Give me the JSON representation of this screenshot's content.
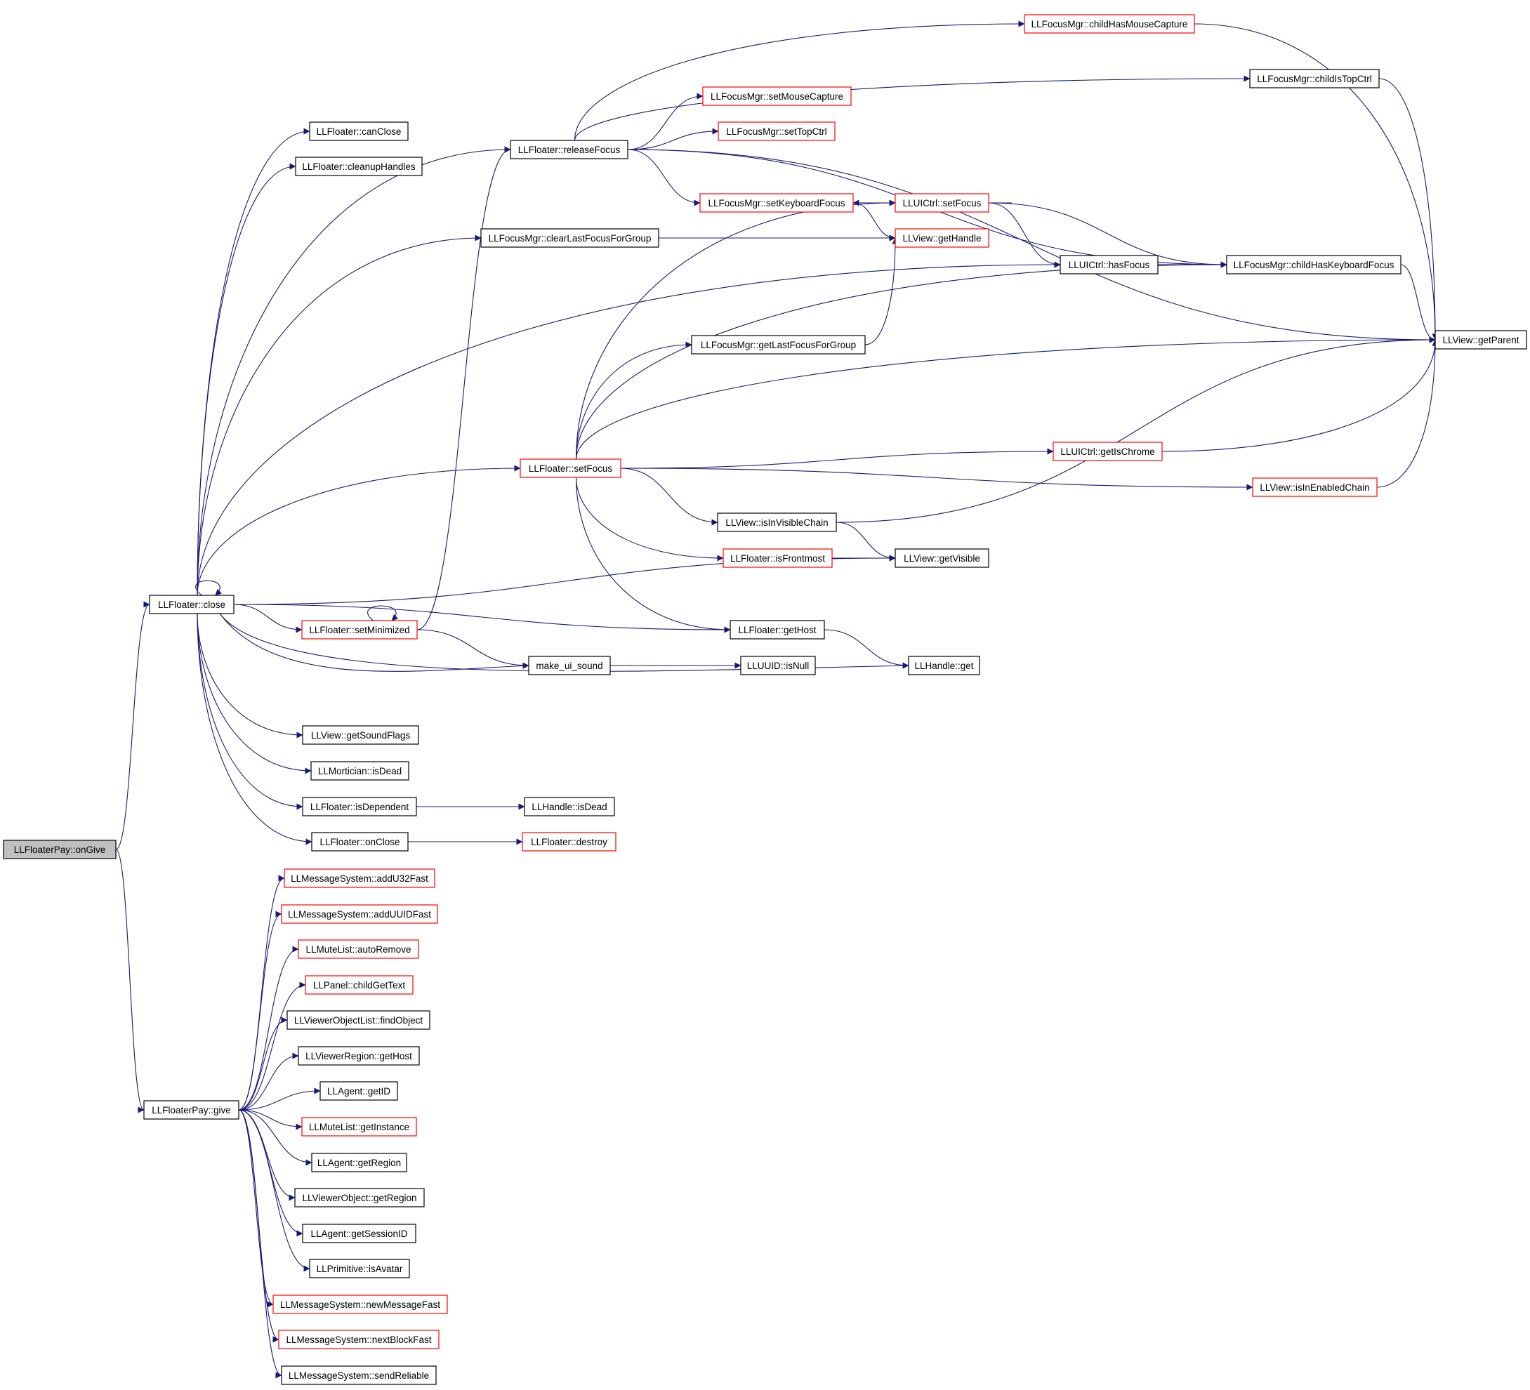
{
  "colors": {
    "edge": "#191970",
    "border_normal": "#000000",
    "border_truncated": "#ff0000",
    "root_fill": "#c0c0c0",
    "node_fill": "#ffffff"
  },
  "nodes": [
    {
      "id": "onGive",
      "label": "LLFloaterPay::onGive",
      "style": "root"
    },
    {
      "id": "close",
      "label": "LLFloater::close",
      "style": "normal"
    },
    {
      "id": "give",
      "label": "LLFloaterPay::give",
      "style": "normal"
    },
    {
      "id": "canClose",
      "label": "LLFloater::canClose",
      "style": "normal"
    },
    {
      "id": "cleanupHandles",
      "label": "LLFloater::cleanupHandles",
      "style": "normal"
    },
    {
      "id": "releaseFocus",
      "label": "LLFloater::releaseFocus",
      "style": "normal"
    },
    {
      "id": "clearLastFocus",
      "label": "LLFocusMgr::clearLastFocusForGroup",
      "style": "normal"
    },
    {
      "id": "setFocus",
      "label": "LLFloater::setFocus",
      "style": "truncated"
    },
    {
      "id": "setMinimized",
      "label": "LLFloater::setMinimized",
      "style": "truncated"
    },
    {
      "id": "getSoundFlags",
      "label": "LLView::getSoundFlags",
      "style": "normal"
    },
    {
      "id": "isDeadMort",
      "label": "LLMortician::isDead",
      "style": "normal"
    },
    {
      "id": "isDependent",
      "label": "LLFloater::isDependent",
      "style": "normal"
    },
    {
      "id": "onClose",
      "label": "LLFloater::onClose",
      "style": "normal"
    },
    {
      "id": "handleIsDead",
      "label": "LLHandle::isDead",
      "style": "normal"
    },
    {
      "id": "destroy",
      "label": "LLFloater::destroy",
      "style": "truncated"
    },
    {
      "id": "childHasMouseCapture",
      "label": "LLFocusMgr::childHasMouseCapture",
      "style": "truncated"
    },
    {
      "id": "childIsTopCtrl",
      "label": "LLFocusMgr::childIsTopCtrl",
      "style": "normal"
    },
    {
      "id": "setMouseCapture",
      "label": "LLFocusMgr::setMouseCapture",
      "style": "truncated"
    },
    {
      "id": "setTopCtrl",
      "label": "LLFocusMgr::setTopCtrl",
      "style": "truncated"
    },
    {
      "id": "setKeyboardFocus",
      "label": "LLFocusMgr::setKeyboardFocus",
      "style": "truncated"
    },
    {
      "id": "uiSetFocus",
      "label": "LLUICtrl::setFocus",
      "style": "truncated"
    },
    {
      "id": "getHandle",
      "label": "LLView::getHandle",
      "style": "truncated"
    },
    {
      "id": "hasFocus",
      "label": "LLUICtrl::hasFocus",
      "style": "normal"
    },
    {
      "id": "childHasKeyboardFocus",
      "label": "LLFocusMgr::childHasKeyboardFocus",
      "style": "normal"
    },
    {
      "id": "getParent",
      "label": "LLView::getParent",
      "style": "normal"
    },
    {
      "id": "getLastFocus",
      "label": "LLFocusMgr::getLastFocusForGroup",
      "style": "normal"
    },
    {
      "id": "getIsChrome",
      "label": "LLUICtrl::getIsChrome",
      "style": "truncated"
    },
    {
      "id": "isInEnabledChain",
      "label": "LLView::isInEnabledChain",
      "style": "truncated"
    },
    {
      "id": "isInVisibleChain",
      "label": "LLView::isInVisibleChain",
      "style": "normal"
    },
    {
      "id": "isFrontmost",
      "label": "LLFloater::isFrontmost",
      "style": "truncated"
    },
    {
      "id": "getVisible",
      "label": "LLView::getVisible",
      "style": "normal"
    },
    {
      "id": "getHost",
      "label": "LLFloater::getHost",
      "style": "normal"
    },
    {
      "id": "makeUiSound",
      "label": "make_ui_sound",
      "style": "normal"
    },
    {
      "id": "uuidIsNull",
      "label": "LLUUID::isNull",
      "style": "normal"
    },
    {
      "id": "handleGet",
      "label": "LLHandle::get",
      "style": "normal"
    },
    {
      "id": "addU32Fast",
      "label": "LLMessageSystem::addU32Fast",
      "style": "truncated"
    },
    {
      "id": "addUUIDFast",
      "label": "LLMessageSystem::addUUIDFast",
      "style": "truncated"
    },
    {
      "id": "autoRemove",
      "label": "LLMuteList::autoRemove",
      "style": "truncated"
    },
    {
      "id": "childGetText",
      "label": "LLPanel::childGetText",
      "style": "truncated"
    },
    {
      "id": "findObject",
      "label": "LLViewerObjectList::findObject",
      "style": "normal"
    },
    {
      "id": "regionGetHost",
      "label": "LLViewerRegion::getHost",
      "style": "normal"
    },
    {
      "id": "getID",
      "label": "LLAgent::getID",
      "style": "normal"
    },
    {
      "id": "getInstance",
      "label": "LLMuteList::getInstance",
      "style": "truncated"
    },
    {
      "id": "agentGetRegion",
      "label": "LLAgent::getRegion",
      "style": "normal"
    },
    {
      "id": "objGetRegion",
      "label": "LLViewerObject::getRegion",
      "style": "normal"
    },
    {
      "id": "getSessionID",
      "label": "LLAgent::getSessionID",
      "style": "normal"
    },
    {
      "id": "isAvatar",
      "label": "LLPrimitive::isAvatar",
      "style": "normal"
    },
    {
      "id": "newMessageFast",
      "label": "LLMessageSystem::newMessageFast",
      "style": "truncated"
    },
    {
      "id": "nextBlockFast",
      "label": "LLMessageSystem::nextBlockFast",
      "style": "truncated"
    },
    {
      "id": "sendReliable",
      "label": "LLMessageSystem::sendReliable",
      "style": "normal"
    }
  ],
  "edges": [
    [
      "onGive",
      "close"
    ],
    [
      "onGive",
      "give"
    ],
    [
      "close",
      "close"
    ],
    [
      "close",
      "canClose"
    ],
    [
      "close",
      "cleanupHandles"
    ],
    [
      "close",
      "releaseFocus"
    ],
    [
      "close",
      "clearLastFocus"
    ],
    [
      "close",
      "hasFocus"
    ],
    [
      "close",
      "setFocus"
    ],
    [
      "close",
      "getVisible"
    ],
    [
      "close",
      "setMinimized"
    ],
    [
      "close",
      "getHost"
    ],
    [
      "close",
      "makeUiSound"
    ],
    [
      "close",
      "handleGet"
    ],
    [
      "close",
      "getSoundFlags"
    ],
    [
      "close",
      "isDeadMort"
    ],
    [
      "close",
      "isDependent"
    ],
    [
      "close",
      "onClose"
    ],
    [
      "isDependent",
      "handleIsDead"
    ],
    [
      "onClose",
      "destroy"
    ],
    [
      "setMinimized",
      "setMinimized"
    ],
    [
      "setMinimized",
      "releaseFocus"
    ],
    [
      "setMinimized",
      "makeUiSound"
    ],
    [
      "releaseFocus",
      "childHasMouseCapture"
    ],
    [
      "releaseFocus",
      "childIsTopCtrl"
    ],
    [
      "releaseFocus",
      "setMouseCapture"
    ],
    [
      "releaseFocus",
      "setTopCtrl"
    ],
    [
      "releaseFocus",
      "getParent"
    ],
    [
      "releaseFocus",
      "setKeyboardFocus"
    ],
    [
      "releaseFocus",
      "childHasKeyboardFocus"
    ],
    [
      "clearLastFocus",
      "getHandle"
    ],
    [
      "setKeyboardFocus",
      "getHandle"
    ],
    [
      "setKeyboardFocus",
      "uiSetFocus"
    ],
    [
      "uiSetFocus",
      "setKeyboardFocus"
    ],
    [
      "uiSetFocus",
      "hasFocus"
    ],
    [
      "uiSetFocus",
      "childHasKeyboardFocus"
    ],
    [
      "hasFocus",
      "childHasKeyboardFocus"
    ],
    [
      "childHasKeyboardFocus",
      "getParent"
    ],
    [
      "childHasMouseCapture",
      "getParent"
    ],
    [
      "childIsTopCtrl",
      "getParent"
    ],
    [
      "getLastFocus",
      "getHandle"
    ],
    [
      "setFocus",
      "uiSetFocus"
    ],
    [
      "setFocus",
      "getLastFocus"
    ],
    [
      "setFocus",
      "childHasKeyboardFocus"
    ],
    [
      "setFocus",
      "getParent"
    ],
    [
      "setFocus",
      "getIsChrome"
    ],
    [
      "setFocus",
      "isInEnabledChain"
    ],
    [
      "setFocus",
      "isInVisibleChain"
    ],
    [
      "setFocus",
      "isFrontmost"
    ],
    [
      "setFocus",
      "getHost"
    ],
    [
      "getIsChrome",
      "getParent"
    ],
    [
      "isInEnabledChain",
      "getParent"
    ],
    [
      "isInVisibleChain",
      "getVisible"
    ],
    [
      "isInVisibleChain",
      "getParent"
    ],
    [
      "isFrontmost",
      "getVisible"
    ],
    [
      "getHost",
      "handleGet"
    ],
    [
      "makeUiSound",
      "uuidIsNull"
    ],
    [
      "give",
      "addU32Fast"
    ],
    [
      "give",
      "addUUIDFast"
    ],
    [
      "give",
      "autoRemove"
    ],
    [
      "give",
      "childGetText"
    ],
    [
      "give",
      "findObject"
    ],
    [
      "give",
      "regionGetHost"
    ],
    [
      "give",
      "getID"
    ],
    [
      "give",
      "getInstance"
    ],
    [
      "give",
      "agentGetRegion"
    ],
    [
      "give",
      "objGetRegion"
    ],
    [
      "give",
      "getSessionID"
    ],
    [
      "give",
      "isAvatar"
    ],
    [
      "give",
      "newMessageFast"
    ],
    [
      "give",
      "nextBlockFast"
    ],
    [
      "give",
      "sendReliable"
    ]
  ]
}
